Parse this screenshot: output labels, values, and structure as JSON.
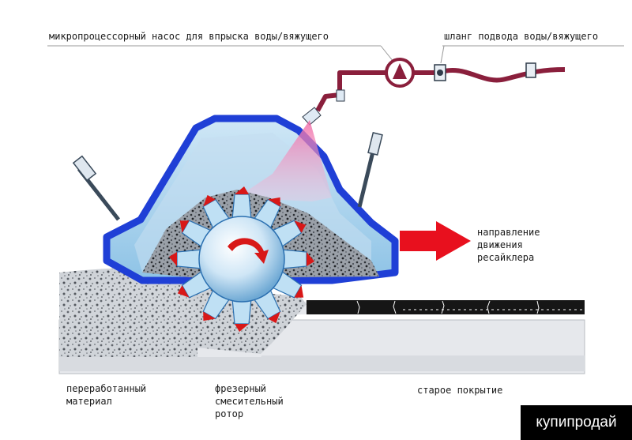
{
  "labels": {
    "pump": "микропроцессорный насос для впрыска воды/вяжущего",
    "hose": "шланг подвода воды/вяжущего",
    "direction": [
      "направление",
      "движения",
      "ресайклера"
    ],
    "material": [
      "переработанный",
      "материал"
    ],
    "rotor": [
      "фрезерный",
      "смесительный",
      "ротор"
    ],
    "old_surface": "старое покрытие"
  },
  "watermark": "купипродай",
  "colors": {
    "housing": "#1f3fd6",
    "housing_light": "#9fd0ec",
    "pipe": "#8a1f3c",
    "arrow": "#e8101e",
    "spray": "#f2a6c8",
    "asphalt": "#161616",
    "ground": "#e4e6ea",
    "tooth_tip": "#d81818"
  }
}
